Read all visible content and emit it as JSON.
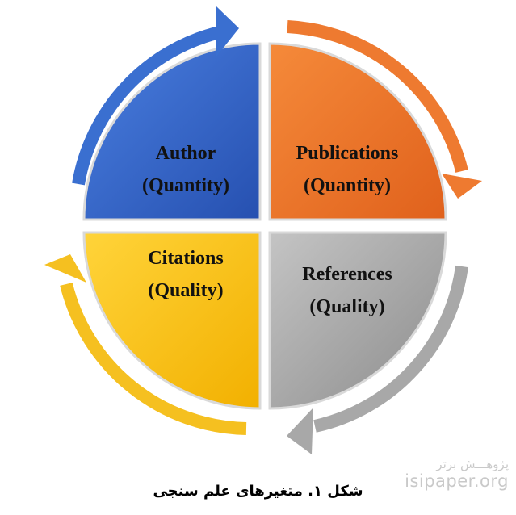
{
  "quadrants": [
    {
      "id": "author",
      "line1": "Author",
      "line2": "(Quantity)",
      "color": "#3366cc"
    },
    {
      "id": "publications",
      "line1": "Publications",
      "line2": "(Quantity)",
      "color": "#e8732a"
    },
    {
      "id": "citations",
      "line1": "Citations",
      "line2": "(Quality)",
      "color": "#f7c21a"
    },
    {
      "id": "references",
      "line1": "References",
      "line2": "(Quality)",
      "color": "#a6a6a6"
    }
  ],
  "caption": "شکل ۱. متغیرهای علم سنجی",
  "watermark": {
    "persian": "پژوهـــش برتر",
    "latin": "isipaper.org"
  }
}
